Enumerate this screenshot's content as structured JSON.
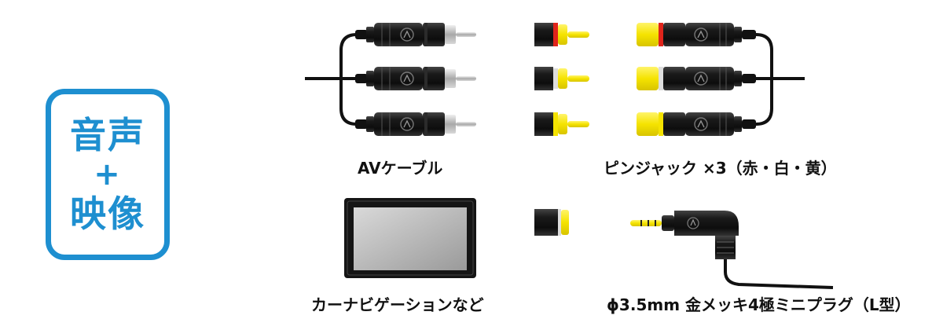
{
  "badge": {
    "line1": "音声",
    "line2": "+",
    "line3": "映像"
  },
  "captions": {
    "av_cable": "AVケーブル",
    "pin_jack": "ピンジャック ×3（赤・白・黄）",
    "car_navigation": "カーナビゲーションなど",
    "mini_plug": "ϕ3.5mm 金メッキ4極ミニプラグ（L型）"
  },
  "colors": {
    "badge_blue": "#1e8fd0",
    "plug_black": "#1d1d1d",
    "red_ring": "#e0241b",
    "yellow": "#f5e300",
    "white_ring": "#f2f2f2",
    "silver_pin": "#bdbdbd"
  },
  "icons": [
    "rca-plug-icon",
    "pin-jack-adapter-icon",
    "rca-plug-with-adapter-icon",
    "monitor-icon",
    "small-adapter-icon",
    "mini-plug-l-icon"
  ]
}
